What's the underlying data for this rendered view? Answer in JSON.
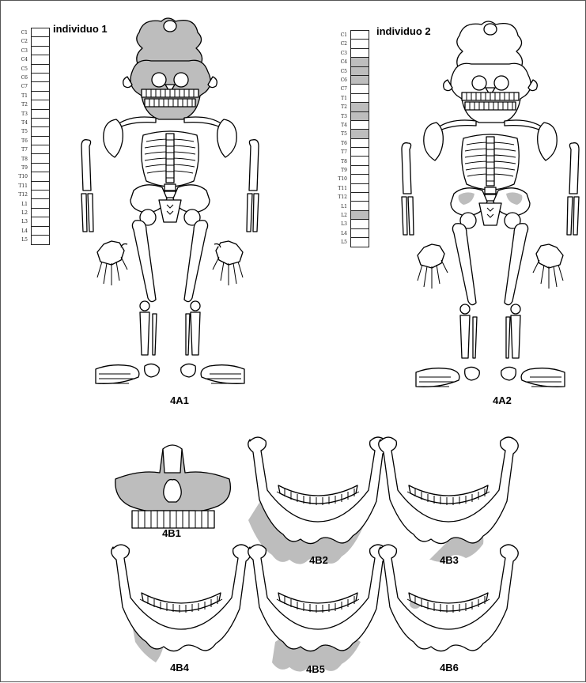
{
  "figure": {
    "individuals": [
      {
        "title": "individuo 1",
        "caption": "4A1",
        "vertebrae": [
          {
            "label": "C1",
            "affected": false
          },
          {
            "label": "C2",
            "affected": false
          },
          {
            "label": "C3",
            "affected": false
          },
          {
            "label": "C4",
            "affected": false
          },
          {
            "label": "C5",
            "affected": false
          },
          {
            "label": "C6",
            "affected": false
          },
          {
            "label": "C7",
            "affected": false
          },
          {
            "label": "T1",
            "affected": false
          },
          {
            "label": "T2",
            "affected": false
          },
          {
            "label": "T3",
            "affected": false
          },
          {
            "label": "T4",
            "affected": false
          },
          {
            "label": "T5",
            "affected": false
          },
          {
            "label": "T6",
            "affected": false
          },
          {
            "label": "T7",
            "affected": false
          },
          {
            "label": "T8",
            "affected": false
          },
          {
            "label": "T9",
            "affected": false
          },
          {
            "label": "T10",
            "affected": false
          },
          {
            "label": "T11",
            "affected": false
          },
          {
            "label": "T12",
            "affected": false
          },
          {
            "label": "L1",
            "affected": false
          },
          {
            "label": "L2",
            "affected": false
          },
          {
            "label": "L3",
            "affected": false
          },
          {
            "label": "L4",
            "affected": false
          },
          {
            "label": "L5",
            "affected": false
          }
        ]
      },
      {
        "title": "individuo 2",
        "caption": "4A2",
        "vertebrae": [
          {
            "label": "C1",
            "affected": false
          },
          {
            "label": "C2",
            "affected": false
          },
          {
            "label": "C3",
            "affected": false
          },
          {
            "label": "C4",
            "affected": true
          },
          {
            "label": "C5",
            "affected": true
          },
          {
            "label": "C6",
            "affected": true
          },
          {
            "label": "C7",
            "affected": false
          },
          {
            "label": "T1",
            "affected": false
          },
          {
            "label": "T2",
            "affected": true
          },
          {
            "label": "T3",
            "affected": true
          },
          {
            "label": "T4",
            "affected": false
          },
          {
            "label": "T5",
            "affected": true
          },
          {
            "label": "T6",
            "affected": false
          },
          {
            "label": "T7",
            "affected": false
          },
          {
            "label": "T8",
            "affected": false
          },
          {
            "label": "T9",
            "affected": false
          },
          {
            "label": "T10",
            "affected": false
          },
          {
            "label": "T11",
            "affected": false
          },
          {
            "label": "T12",
            "affected": false
          },
          {
            "label": "L1",
            "affected": false
          },
          {
            "label": "L2",
            "affected": true
          },
          {
            "label": "L3",
            "affected": false
          },
          {
            "label": "L4",
            "affected": false
          },
          {
            "label": "L5",
            "affected": false
          }
        ]
      }
    ],
    "panels": [
      {
        "caption": "4B1",
        "kind": "maxilla"
      },
      {
        "caption": "4B2",
        "kind": "mandible"
      },
      {
        "caption": "4B3",
        "kind": "mandible"
      },
      {
        "caption": "4B4",
        "kind": "mandible"
      },
      {
        "caption": "4B5",
        "kind": "mandible"
      },
      {
        "caption": "4B6",
        "kind": "mandible"
      }
    ],
    "colors": {
      "affected": "#bdbdbd",
      "line": "#000000",
      "background": "#ffffff"
    }
  }
}
